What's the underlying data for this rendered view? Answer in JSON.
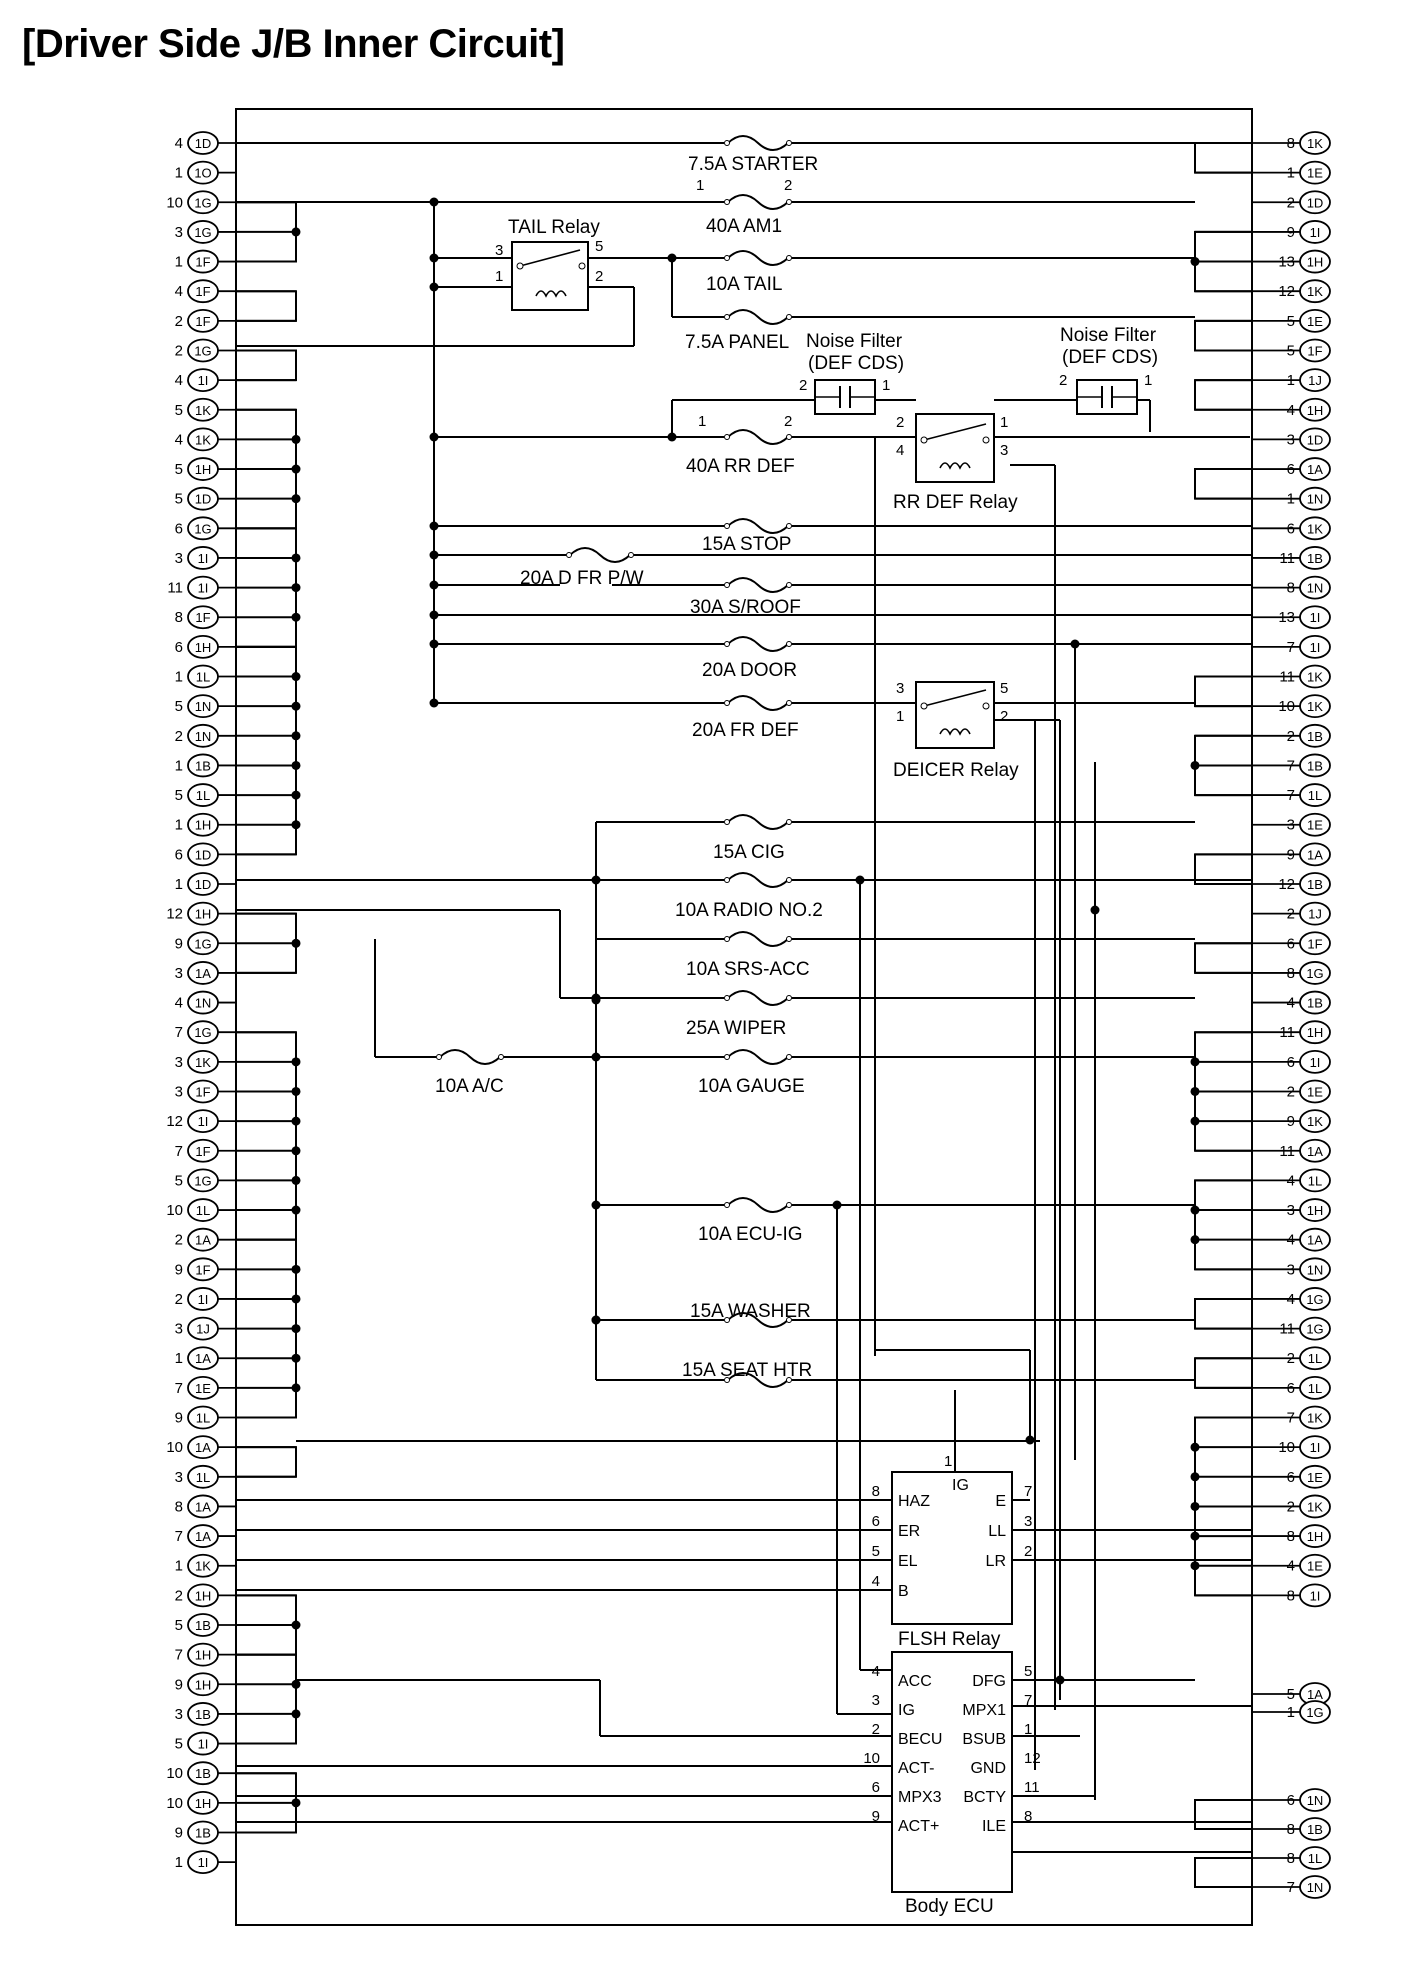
{
  "title": "[Driver Side J/B Inner Circuit]",
  "left_connectors": [
    {
      "pin": "4",
      "conn": "1D"
    },
    {
      "pin": "1",
      "conn": "1O"
    },
    {
      "pin": "10",
      "conn": "1G"
    },
    {
      "pin": "3",
      "conn": "1G"
    },
    {
      "pin": "1",
      "conn": "1F"
    },
    {
      "pin": "4",
      "conn": "1F"
    },
    {
      "pin": "2",
      "conn": "1F"
    },
    {
      "pin": "2",
      "conn": "1G"
    },
    {
      "pin": "4",
      "conn": "1I"
    },
    {
      "pin": "5",
      "conn": "1K"
    },
    {
      "pin": "4",
      "conn": "1K"
    },
    {
      "pin": "5",
      "conn": "1H"
    },
    {
      "pin": "5",
      "conn": "1D"
    },
    {
      "pin": "6",
      "conn": "1G"
    },
    {
      "pin": "3",
      "conn": "1I"
    },
    {
      "pin": "11",
      "conn": "1I"
    },
    {
      "pin": "8",
      "conn": "1F"
    },
    {
      "pin": "6",
      "conn": "1H"
    },
    {
      "pin": "1",
      "conn": "1L"
    },
    {
      "pin": "5",
      "conn": "1N"
    },
    {
      "pin": "2",
      "conn": "1N"
    },
    {
      "pin": "1",
      "conn": "1B"
    },
    {
      "pin": "5",
      "conn": "1L"
    },
    {
      "pin": "1",
      "conn": "1H"
    },
    {
      "pin": "6",
      "conn": "1D"
    },
    {
      "pin": "1",
      "conn": "1D"
    },
    {
      "pin": "12",
      "conn": "1H"
    },
    {
      "pin": "9",
      "conn": "1G"
    },
    {
      "pin": "3",
      "conn": "1A"
    },
    {
      "pin": "4",
      "conn": "1N"
    },
    {
      "pin": "7",
      "conn": "1G"
    },
    {
      "pin": "3",
      "conn": "1K"
    },
    {
      "pin": "3",
      "conn": "1F"
    },
    {
      "pin": "12",
      "conn": "1I"
    },
    {
      "pin": "7",
      "conn": "1F"
    },
    {
      "pin": "5",
      "conn": "1G"
    },
    {
      "pin": "10",
      "conn": "1L"
    },
    {
      "pin": "2",
      "conn": "1A"
    },
    {
      "pin": "9",
      "conn": "1F"
    },
    {
      "pin": "2",
      "conn": "1I"
    },
    {
      "pin": "3",
      "conn": "1J"
    },
    {
      "pin": "1",
      "conn": "1A"
    },
    {
      "pin": "7",
      "conn": "1E"
    },
    {
      "pin": "9",
      "conn": "1L"
    },
    {
      "pin": "10",
      "conn": "1A"
    },
    {
      "pin": "3",
      "conn": "1L"
    },
    {
      "pin": "8",
      "conn": "1A"
    },
    {
      "pin": "7",
      "conn": "1A"
    },
    {
      "pin": "1",
      "conn": "1K"
    },
    {
      "pin": "2",
      "conn": "1H"
    },
    {
      "pin": "5",
      "conn": "1B"
    },
    {
      "pin": "7",
      "conn": "1H"
    },
    {
      "pin": "9",
      "conn": "1H"
    },
    {
      "pin": "3",
      "conn": "1B"
    },
    {
      "pin": "5",
      "conn": "1I"
    },
    {
      "pin": "10",
      "conn": "1B"
    },
    {
      "pin": "10",
      "conn": "1H"
    },
    {
      "pin": "9",
      "conn": "1B"
    },
    {
      "pin": "1",
      "conn": "1I"
    }
  ],
  "right_connectors": [
    {
      "pin": "8",
      "conn": "1K"
    },
    {
      "pin": "1",
      "conn": "1E"
    },
    {
      "pin": "2",
      "conn": "1D"
    },
    {
      "pin": "9",
      "conn": "1I"
    },
    {
      "pin": "13",
      "conn": "1H"
    },
    {
      "pin": "12",
      "conn": "1K"
    },
    {
      "pin": "5",
      "conn": "1E"
    },
    {
      "pin": "5",
      "conn": "1F"
    },
    {
      "pin": "1",
      "conn": "1J"
    },
    {
      "pin": "4",
      "conn": "1H"
    },
    {
      "pin": "3",
      "conn": "1D"
    },
    {
      "pin": "6",
      "conn": "1A"
    },
    {
      "pin": "1",
      "conn": "1N"
    },
    {
      "pin": "6",
      "conn": "1K"
    },
    {
      "pin": "11",
      "conn": "1B"
    },
    {
      "pin": "8",
      "conn": "1N"
    },
    {
      "pin": "13",
      "conn": "1I"
    },
    {
      "pin": "7",
      "conn": "1I"
    },
    {
      "pin": "11",
      "conn": "1K"
    },
    {
      "pin": "10",
      "conn": "1K"
    },
    {
      "pin": "2",
      "conn": "1B"
    },
    {
      "pin": "7",
      "conn": "1B"
    },
    {
      "pin": "7",
      "conn": "1L"
    },
    {
      "pin": "3",
      "conn": "1E"
    },
    {
      "pin": "9",
      "conn": "1A"
    },
    {
      "pin": "12",
      "conn": "1B"
    },
    {
      "pin": "2",
      "conn": "1J"
    },
    {
      "pin": "6",
      "conn": "1F"
    },
    {
      "pin": "8",
      "conn": "1G"
    },
    {
      "pin": "4",
      "conn": "1B"
    },
    {
      "pin": "11",
      "conn": "1H"
    },
    {
      "pin": "6",
      "conn": "1I"
    },
    {
      "pin": "2",
      "conn": "1E"
    },
    {
      "pin": "9",
      "conn": "1K"
    },
    {
      "pin": "11",
      "conn": "1A"
    },
    {
      "pin": "4",
      "conn": "1L"
    },
    {
      "pin": "3",
      "conn": "1H"
    },
    {
      "pin": "4",
      "conn": "1A"
    },
    {
      "pin": "3",
      "conn": "1N"
    },
    {
      "pin": "4",
      "conn": "1G"
    },
    {
      "pin": "11",
      "conn": "1G"
    },
    {
      "pin": "2",
      "conn": "1L"
    },
    {
      "pin": "6",
      "conn": "1L"
    },
    {
      "pin": "7",
      "conn": "1K"
    },
    {
      "pin": "10",
      "conn": "1I"
    },
    {
      "pin": "6",
      "conn": "1E"
    },
    {
      "pin": "2",
      "conn": "1K"
    },
    {
      "pin": "8",
      "conn": "1H"
    },
    {
      "pin": "4",
      "conn": "1E"
    },
    {
      "pin": "8",
      "conn": "1I"
    },
    {
      "pin": "5",
      "conn": "1A"
    },
    {
      "pin": "1",
      "conn": "1G"
    },
    {
      "pin": "6",
      "conn": "1N"
    },
    {
      "pin": "8",
      "conn": "1B"
    },
    {
      "pin": "8",
      "conn": "1L"
    },
    {
      "pin": "7",
      "conn": "1N"
    }
  ],
  "fuses": [
    {
      "label": "7.5A STARTER"
    },
    {
      "label": "40A AM1"
    },
    {
      "label": "10A TAIL"
    },
    {
      "label": "7.5A PANEL"
    },
    {
      "label": "40A RR DEF"
    },
    {
      "label": "15A STOP"
    },
    {
      "label": "20A D FR P/W"
    },
    {
      "label": "30A S/ROOF"
    },
    {
      "label": "20A DOOR"
    },
    {
      "label": "20A FR DEF"
    },
    {
      "label": "15A CIG"
    },
    {
      "label": "10A RADIO NO.2"
    },
    {
      "label": "10A SRS-ACC"
    },
    {
      "label": "25A WIPER"
    },
    {
      "label": "10A GAUGE"
    },
    {
      "label": "10A A/C"
    },
    {
      "label": "10A ECU-IG"
    },
    {
      "label": "15A WASHER"
    },
    {
      "label": "15A SEAT HTR"
    }
  ],
  "am1_pins": [
    "1",
    "2"
  ],
  "rrdef_fuse_pins": [
    "1",
    "2"
  ],
  "relays": {
    "tail": {
      "label": "TAIL Relay",
      "pins": [
        "3",
        "5",
        "1",
        "2"
      ]
    },
    "rrdef": {
      "label": "RR DEF Relay",
      "pins": [
        "2",
        "1",
        "4",
        "3"
      ]
    },
    "deicer": {
      "label": "DEICER Relay",
      "pins": [
        "3",
        "5",
        "1",
        "2"
      ]
    }
  },
  "noise_filters": [
    {
      "label1": "Noise Filter",
      "label2": "(DEF CDS)",
      "pins": [
        "2",
        "1"
      ]
    },
    {
      "label1": "Noise Filter",
      "label2": "(DEF CDS)",
      "pins": [
        "2",
        "1"
      ]
    }
  ],
  "flsh_relay": {
    "label": "FLSH Relay",
    "top_pin": "1",
    "ig": "IG",
    "left": [
      {
        "pin": "8",
        "name": "HAZ"
      },
      {
        "pin": "6",
        "name": "ER"
      },
      {
        "pin": "5",
        "name": "EL"
      },
      {
        "pin": "4",
        "name": "B"
      }
    ],
    "right": [
      {
        "pin": "7",
        "name": "E"
      },
      {
        "pin": "3",
        "name": "LL"
      },
      {
        "pin": "2",
        "name": "LR"
      }
    ]
  },
  "body_ecu": {
    "label": "Body ECU",
    "left": [
      {
        "pin": "4",
        "name": "ACC"
      },
      {
        "pin": "3",
        "name": "IG"
      },
      {
        "pin": "2",
        "name": "BECU"
      },
      {
        "pin": "10",
        "name": "ACT-"
      },
      {
        "pin": "6",
        "name": "MPX3"
      },
      {
        "pin": "9",
        "name": "ACT+"
      }
    ],
    "right": [
      {
        "pin": "5",
        "name": "DFG"
      },
      {
        "pin": "7",
        "name": "MPX1"
      },
      {
        "pin": "1",
        "name": "BSUB"
      },
      {
        "pin": "12",
        "name": "GND"
      },
      {
        "pin": "11",
        "name": "BCTY"
      },
      {
        "pin": "8",
        "name": "ILE"
      }
    ]
  }
}
